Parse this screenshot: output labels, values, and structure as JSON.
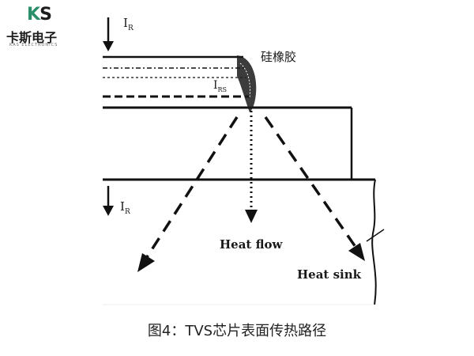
{
  "logo": {
    "ks_k": "K",
    "ks_s": "S",
    "brand_cn": "卡斯电子",
    "brand_en": "KAS ELECTRONICS",
    "brand_color": "#2a8f6a"
  },
  "diagram": {
    "labels": {
      "ir_top": "I",
      "ir_top_sub": "R",
      "rubber": "硅橡胶",
      "irs": "I",
      "irs_sub": "RS",
      "ir_left": "I",
      "ir_left_sub": "R",
      "heat_flow": "Heat flow",
      "heat_sink": "Heat sink"
    }
  },
  "caption": "图4：TVS芯片表面传热路径"
}
